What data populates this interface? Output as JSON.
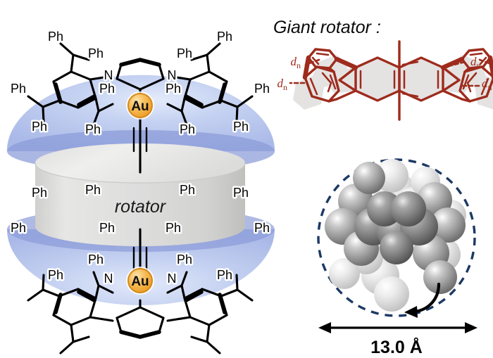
{
  "figure": {
    "title_right": "Giant rotator :",
    "rotator_label": "rotator",
    "dimension_label": "13.0 Å",
    "metal_label": "Au",
    "nitrogen_label": "N",
    "substituent_label": "Ph",
    "distance_label_letter": "d",
    "distance_label_sub": "n"
  },
  "colors": {
    "dome_light": "#bccbee",
    "dome_mid": "#aabbe9",
    "dome_shadow": "#8b9bd8",
    "gold": "#f0a830",
    "gold_light": "#ffd98a",
    "gold_edge": "#c97d14",
    "cylinder_top": "#e8e8e6",
    "cylinder_body": "#d6d6d4",
    "rotator_red": "#9e2b1c",
    "rotator_face": "#e4e3e2",
    "dashed_circle": "#1c3864",
    "text_black": "#000000"
  },
  "top_unit": {
    "ph_labels": [
      "Ph",
      "Ph",
      "Ph",
      "Ph",
      "Ph",
      "Ph",
      "Ph",
      "Ph"
    ],
    "n_labels": [
      "N",
      "N"
    ],
    "metal": "Au"
  },
  "bottom_unit": {
    "ph_labels": [
      "Ph",
      "Ph",
      "Ph",
      "Ph",
      "Ph",
      "Ph",
      "Ph",
      "Ph"
    ],
    "n_labels": [
      "N",
      "N"
    ],
    "metal": "Au"
  },
  "giant_rotator": {
    "caption": "Giant rotator :",
    "distance_labels": [
      {
        "letter": "d",
        "sub": "n",
        "position": "top-left"
      },
      {
        "letter": "d",
        "sub": "n",
        "position": "bottom-left"
      },
      {
        "letter": "d",
        "sub": "n",
        "position": "top-right"
      },
      {
        "letter": "d",
        "sub": "n",
        "position": "bottom-right"
      }
    ]
  },
  "space_filling": {
    "diameter": "13.0 Å",
    "rotation_arrow": "curved-arrow"
  }
}
